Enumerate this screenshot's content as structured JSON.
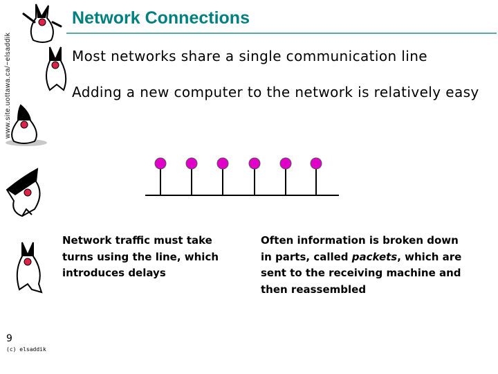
{
  "sidebar": {
    "url": "www.site.uottawa.ca/~elsaddik"
  },
  "slide": {
    "title": "Network Connections",
    "bullets": [
      "Most networks share a single communication line",
      "Adding a new computer to the network is relatively easy"
    ],
    "note_left": "Network traffic must take turns using the line, which introduces delays",
    "note_right": {
      "before": "Often information is broken down in parts, called ",
      "emphasis": "packets",
      "after": ", which are sent to the receiving machine and then reassembled"
    }
  },
  "diagram": {
    "node_color": "#e000c8",
    "line_color": "#000000"
  },
  "footer": {
    "page_number": "9",
    "copyright": "(c) elsaddik"
  },
  "colors": {
    "title": "#007f7f",
    "rule": "#5aa9a3"
  }
}
